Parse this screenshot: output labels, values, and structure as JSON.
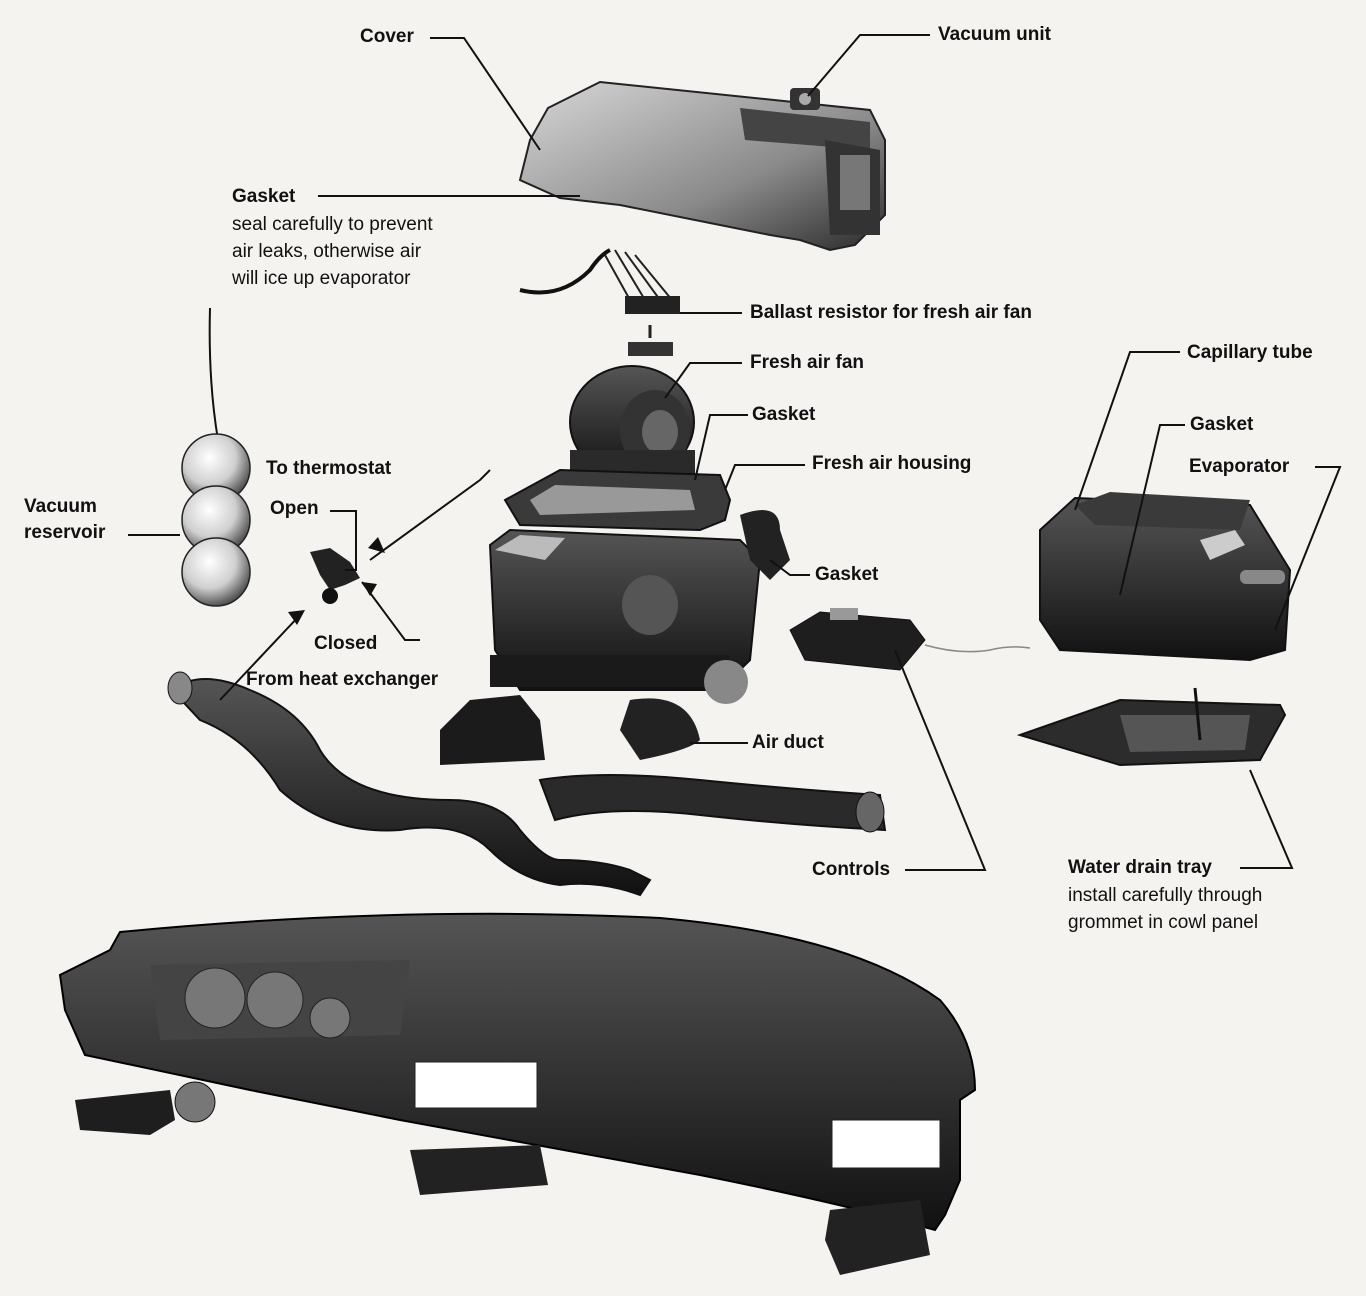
{
  "labels": {
    "cover": "Cover",
    "vacuum_unit": "Vacuum unit",
    "gasket_top": "Gasket",
    "gasket_note": [
      "seal carefully to prevent",
      "air leaks, otherwise air",
      "will ice up evaporator"
    ],
    "ballast_resistor": "Ballast resistor for fresh air fan",
    "fresh_air_fan": "Fresh air fan",
    "gasket_fan": "Gasket",
    "to_thermostat": "To thermostat",
    "fresh_air_housing": "Fresh air housing",
    "vacuum_reservoir": [
      "Vacuum",
      "reservoir"
    ],
    "open": "Open",
    "closed": "Closed",
    "from_heat_exchanger": "From heat exchanger",
    "gasket_housing": "Gasket",
    "air_duct": "Air duct",
    "controls": "Controls",
    "capillary_tube": "Capillary tube",
    "gasket_evap": "Gasket",
    "evaporator": "Evaporator",
    "water_drain_tray": "Water drain tray",
    "water_drain_note": [
      "install carefully through",
      "grommet in cowl panel"
    ]
  },
  "colors": {
    "ink": "#111111",
    "paper": "#f4f3f0",
    "part_dark": "#1c1c1c",
    "part_mid": "#555555",
    "part_light": "#bdbdbd"
  }
}
